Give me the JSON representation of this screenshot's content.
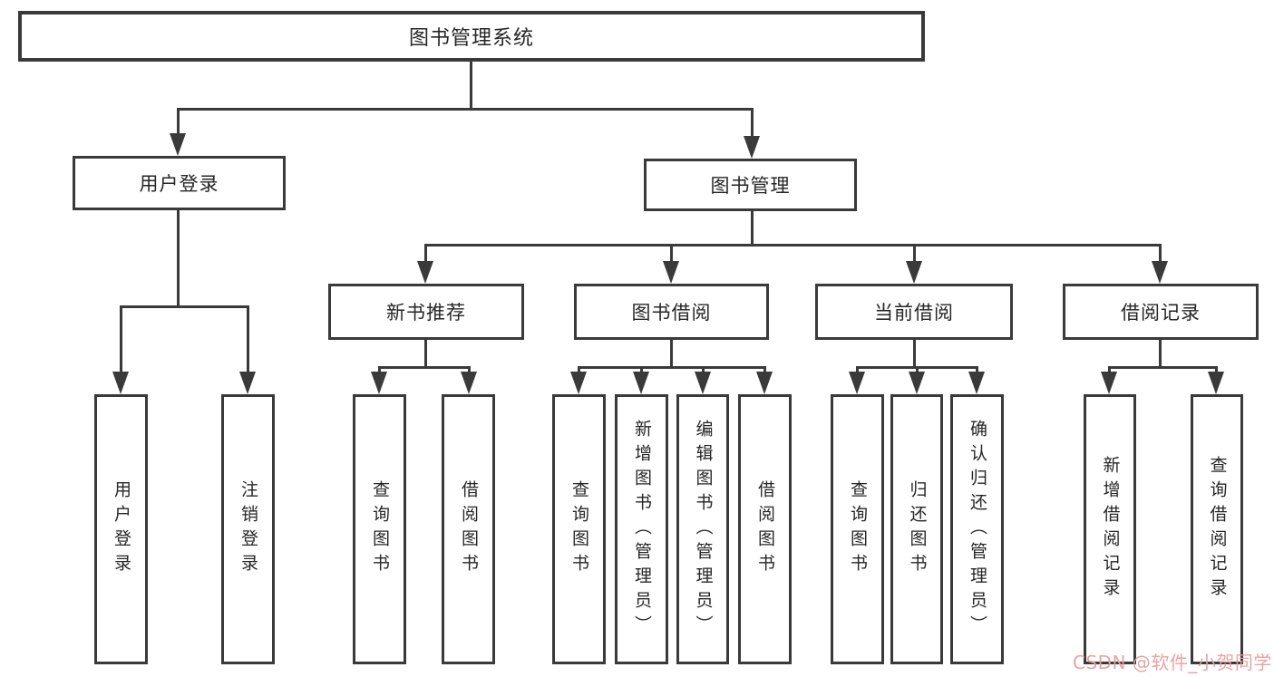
{
  "diagram": {
    "title": "图书管理系统",
    "tree": {
      "label": "图书管理系统",
      "children": [
        {
          "label": "用户登录",
          "children": [
            {
              "label": "用户登录"
            },
            {
              "label": "注销登录"
            }
          ]
        },
        {
          "label": "图书管理",
          "children": [
            {
              "label": "新书推荐",
              "children": [
                {
                  "label": "查询图书"
                },
                {
                  "label": "借阅图书"
                }
              ]
            },
            {
              "label": "图书借阅",
              "children": [
                {
                  "label": "查询图书"
                },
                {
                  "label": "新增图书（管理员）"
                },
                {
                  "label": "编辑图书（管理员）"
                },
                {
                  "label": "借阅图书"
                }
              ]
            },
            {
              "label": "当前借阅",
              "children": [
                {
                  "label": "查询图书"
                },
                {
                  "label": "归还图书"
                },
                {
                  "label": "确认归还（管理员）"
                }
              ]
            },
            {
              "label": "借阅记录",
              "children": [
                {
                  "label": "新增借阅记录"
                },
                {
                  "label": "查询借阅记录"
                }
              ]
            }
          ]
        }
      ]
    }
  },
  "watermark": {
    "text": "CSDN @软件_小贺同学",
    "color": "#e89e9e"
  },
  "colors": {
    "line": "#3a3a3a",
    "text": "#262626",
    "node_fill": "#ffffff",
    "background": "#ffffff"
  }
}
